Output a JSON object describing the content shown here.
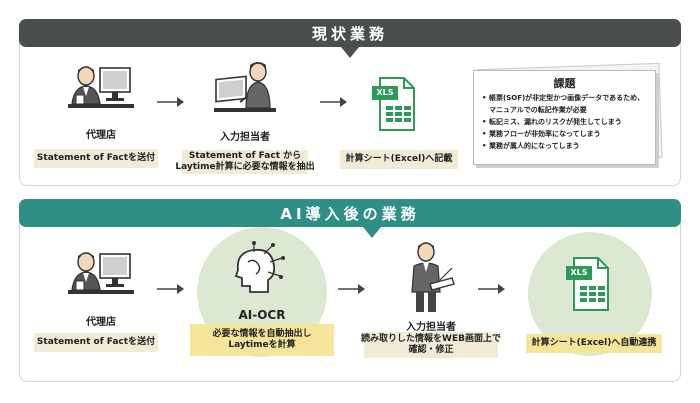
{
  "current": {
    "title": "現状業務",
    "agency_label": "代理店",
    "agency_action": "Statement of Factを送付",
    "staff_label": "入力担当者",
    "staff_action_line1": "Statement of Fact から",
    "staff_action_line2": "Laytime計算に必要な情報を抽出",
    "xls_badge": "XLS",
    "sheet_action": "計算シート(Excel)へ記載",
    "issues": {
      "title": "課題",
      "items": [
        {
          "line1": "帳票(SOF)が非定型かつ画像データであるため、",
          "line2": "マニュアルでの転記作業が必要"
        },
        {
          "line1": "転記ミス、漏れのリスクが発生してしまう",
          "line2": ""
        },
        {
          "line1": "業務フローが非効率になってしまう",
          "line2": ""
        },
        {
          "line1": "業務が属人的になってしまう",
          "line2": ""
        }
      ]
    }
  },
  "ai": {
    "title": "AI導入後の業務",
    "agency_label": "代理店",
    "agency_action": "Statement of Factを送付",
    "ocr_label": "AI-OCR",
    "ocr_action_line1": "必要な情報を自動抽出し",
    "ocr_action_line2": "Laytimeを計算",
    "staff_label": "入力担当者",
    "staff_action_line1": "読み取りした情報をWEB画面上で",
    "staff_action_line2": "確認・修正",
    "xls_badge": "XLS",
    "sheet_action": "計算シート(Excel)へ自動連携"
  },
  "colors": {
    "current_header": "#4a4f4d",
    "ai_header": "#2f8f87",
    "beige": "#f1ead6",
    "yellow": "#f5e59a",
    "circle": "#dde8d3",
    "excel_green": "#2e9a5a"
  }
}
